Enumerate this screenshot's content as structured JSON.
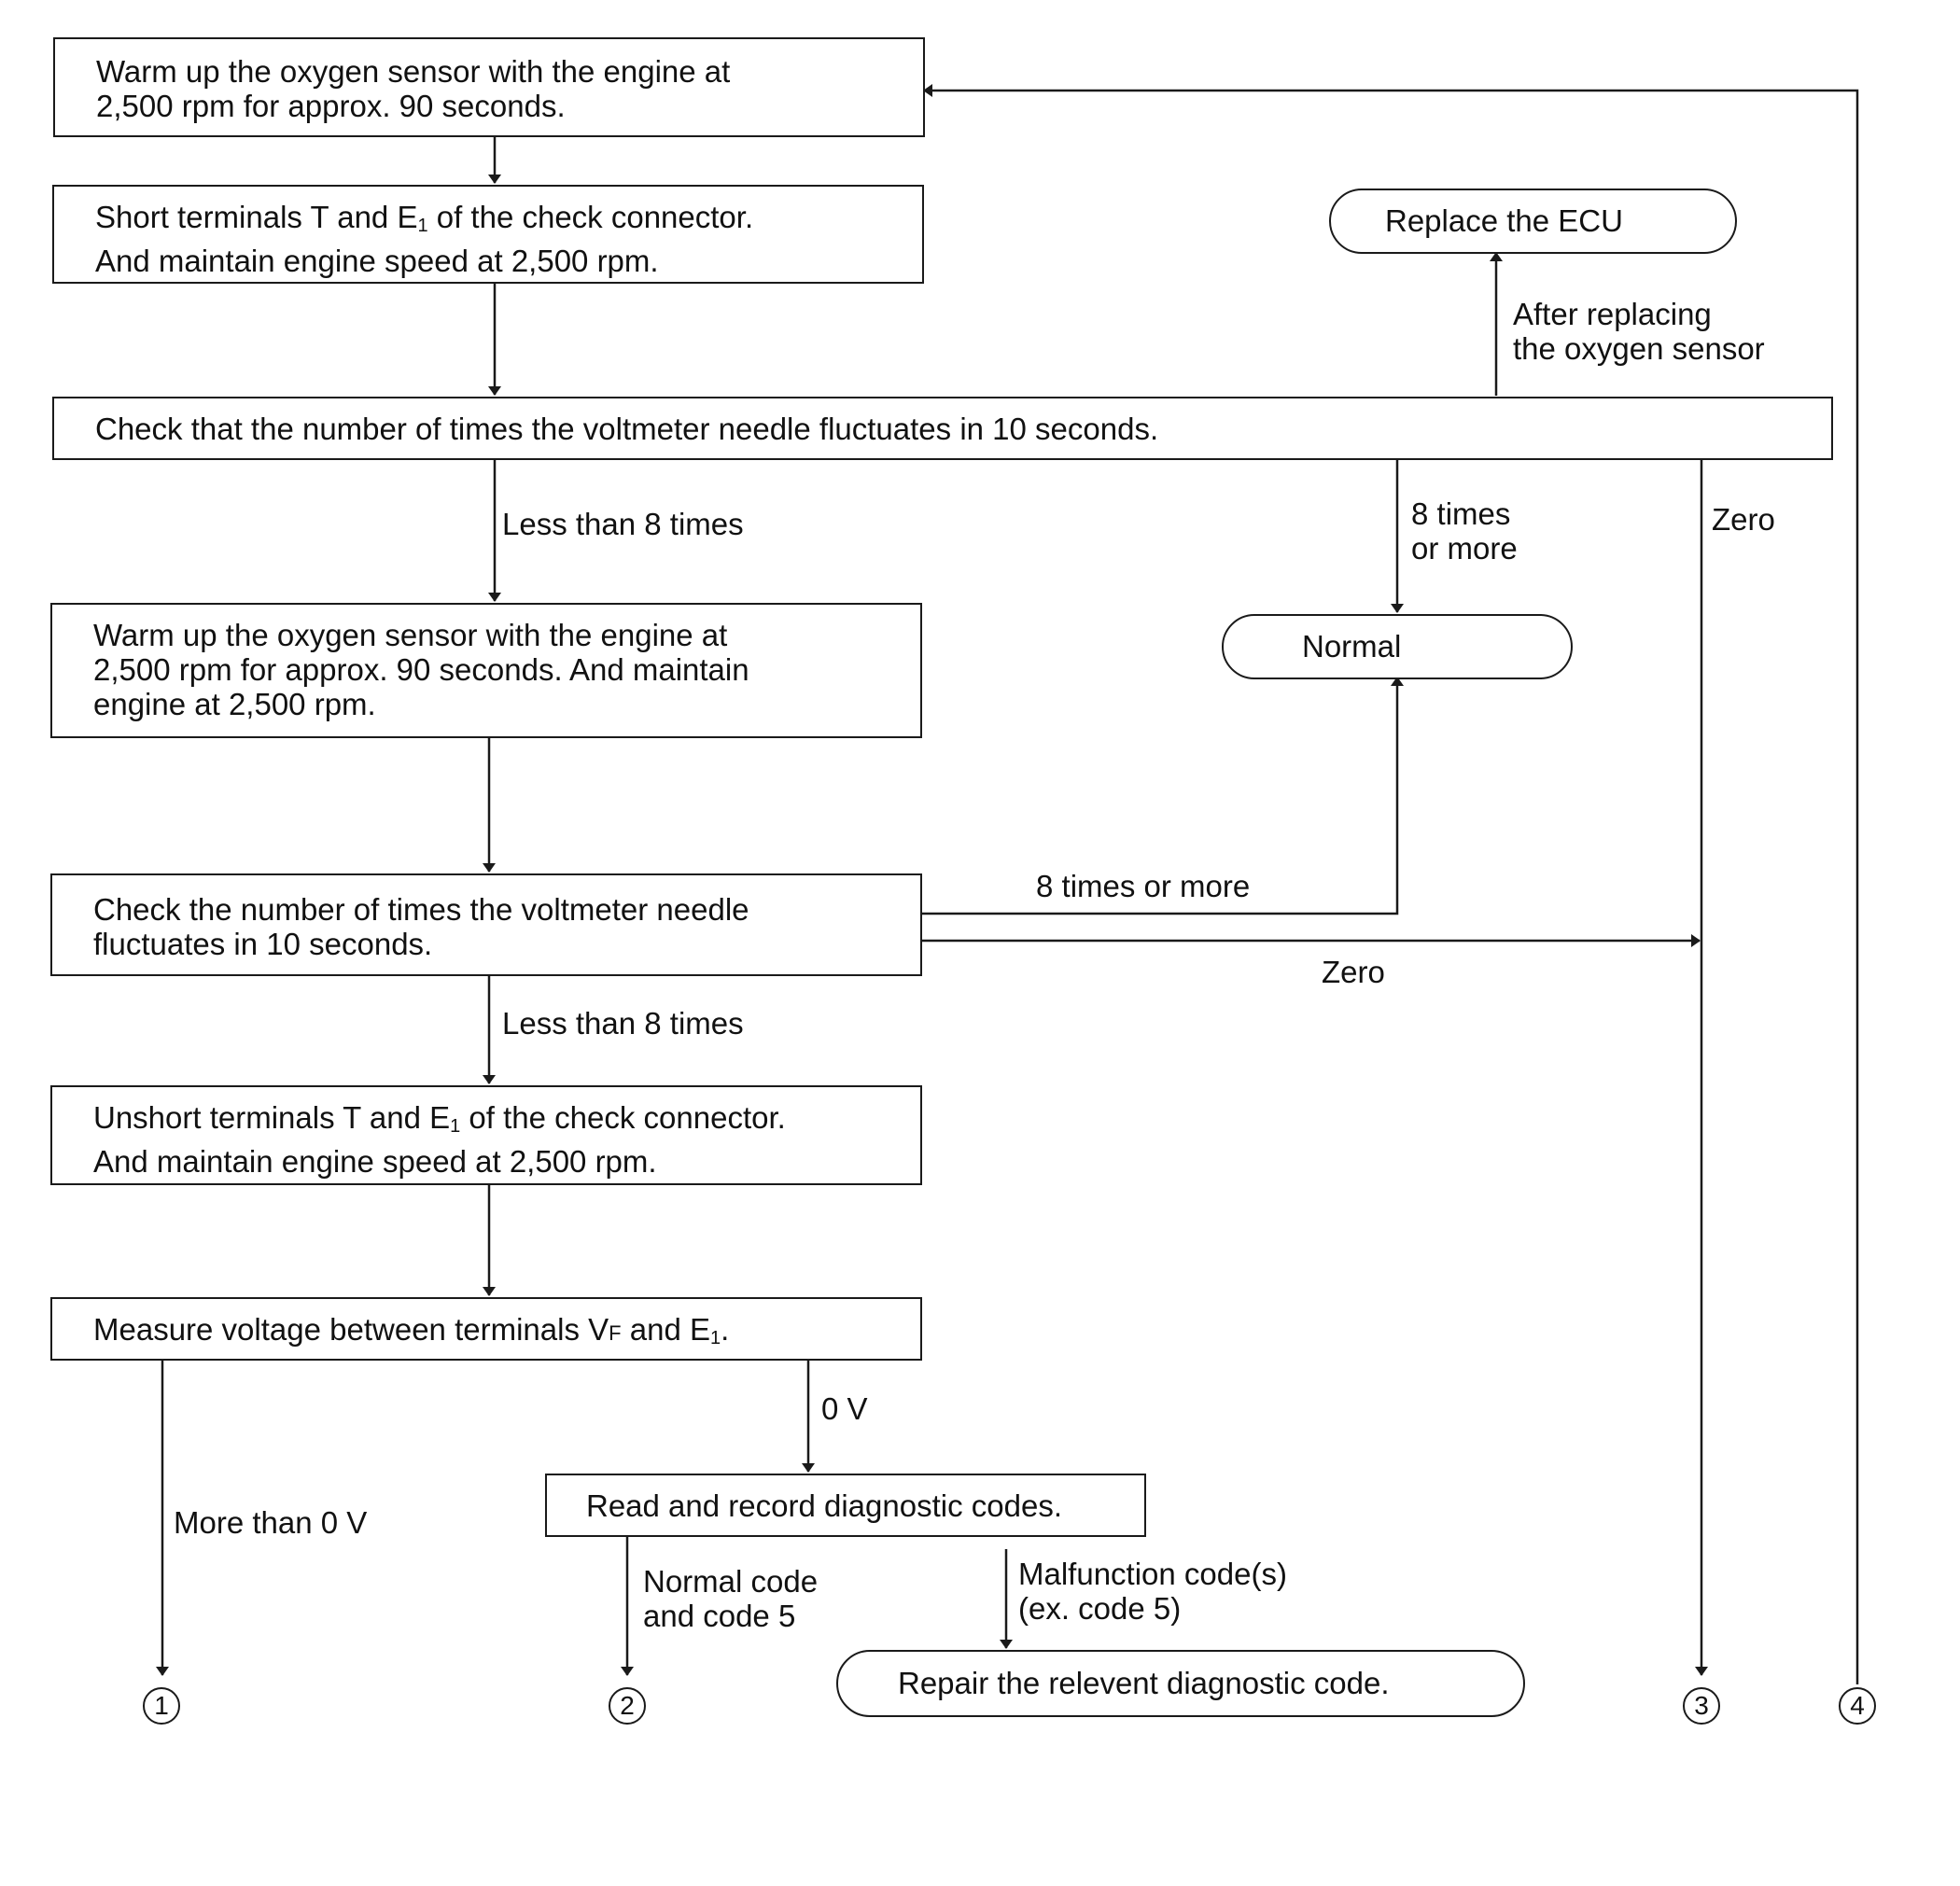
{
  "boxes": {
    "warmup1": [
      "Warm up the oxygen sensor with the engine at",
      "2,500 rpm for approx. 90 seconds."
    ],
    "short": {
      "line1_pre": "Short terminals T and E",
      "line1_sub": "1",
      "line1_post": " of the check connector.",
      "line2": "And maintain engine speed at 2,500 rpm."
    },
    "check1": "Check that the number of times the voltmeter needle fluctuates in 10 seconds.",
    "warmup2": [
      "Warm up the oxygen sensor with the engine at",
      "2,500 rpm for approx. 90 seconds. And maintain",
      "engine at 2,500 rpm."
    ],
    "check2": [
      "Check the number of times the voltmeter needle",
      "fluctuates in 10 seconds."
    ],
    "unshort": {
      "line1_pre": "Unshort terminals T and E",
      "line1_sub": "1",
      "line1_post": " of the check connector.",
      "line2": "And maintain engine speed at 2,500 rpm."
    },
    "measure": {
      "pre": "Measure voltage between terminals V",
      "vf_sub": "F",
      "mid": " and E",
      "e_sub": "1",
      "post": "."
    },
    "read_codes": "Read and record diagnostic codes."
  },
  "terminals": {
    "replace_ecu": "Replace the ECU",
    "normal": "Normal",
    "repair": "Repair the relevent diagnostic code."
  },
  "labels": {
    "after_replacing": [
      "After replacing",
      "the oxygen sensor"
    ],
    "less_than_8_a": "Less than 8 times",
    "eight_or_more_a": [
      "8 times",
      "or more"
    ],
    "zero_a": "Zero",
    "eight_or_more_b": "8 times or more",
    "zero_b": "Zero",
    "less_than_8_b": "Less than 8 times",
    "zero_v": "0 V",
    "more_than_0v": "More than 0 V",
    "normal_code": [
      "Normal code",
      "and code 5"
    ],
    "malfunction": [
      "Malfunction code(s)",
      "(ex. code 5)"
    ]
  },
  "connectors": [
    "1",
    "2",
    "3",
    "4"
  ]
}
